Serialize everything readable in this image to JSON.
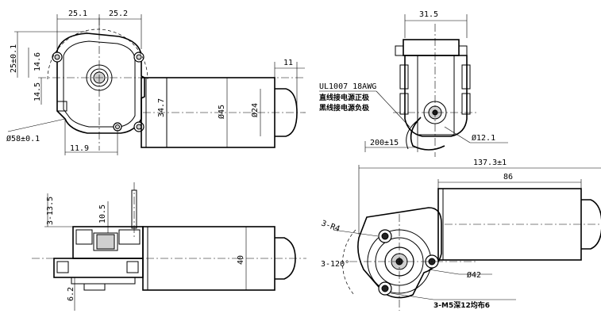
{
  "labels": {
    "dim_25_1": "25.1",
    "dim_25_2": "25.2",
    "dim_25_tol": "25±0.1",
    "dim_14_6": "14.6",
    "dim_14_5": "14.5",
    "dim_58": "Ø58±0.1",
    "dim_11_9": "11.9",
    "dim_34_7": "34.7",
    "dim_d45": "Ø45",
    "dim_d24": "Ø24",
    "dim_11": "11",
    "dim_31_5": "31.5",
    "wire_spec": "UL1007 18AWG",
    "wire_pos": "直线接电源正极",
    "wire_neg": "黑线接电源负极",
    "dim_200": "200±15",
    "dim_d12_1": "Ø12.1",
    "dim_137_3": "137.3±1",
    "dim_86": "86",
    "dim_3_13_5": "3-13.5",
    "dim_10_5": "10.5",
    "dim_40": "40",
    "dim_6_2": "6.2",
    "dim_3_r4": "3-R4",
    "dim_3_120": "3-120°",
    "dim_d42": "Ø42",
    "dim_3_m5": "3-M5深12均布6"
  }
}
